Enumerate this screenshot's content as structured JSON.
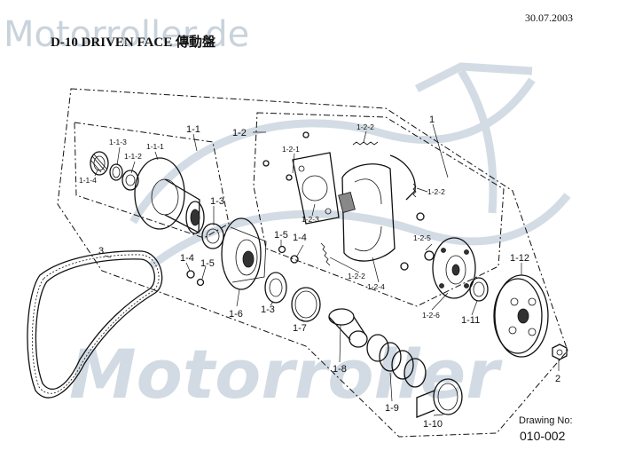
{
  "header": {
    "watermark_top": "Motorroller.de",
    "title": "D-10 DRIVEN FACE 傳動盤",
    "date": "30.07.2003"
  },
  "watermark_bottom": "Motorroller",
  "drawing": {
    "label": "Drawing No:",
    "number": "010-002"
  },
  "callouts": [
    "1",
    "1-1",
    "1-1-1",
    "1-1-2",
    "1-1-3",
    "1-1-4",
    "1-2",
    "1-2-1",
    "1-2-2",
    "1-2-2",
    "1-2-2",
    "1-2-3",
    "1-2-4",
    "1-2-5",
    "1-2-6",
    "1-3",
    "1-3",
    "1-4",
    "1-4",
    "1-5",
    "1-5",
    "1-6",
    "1-7",
    "1-8",
    "1-9",
    "1-10",
    "1-11",
    "1-12",
    "2",
    "3"
  ]
}
